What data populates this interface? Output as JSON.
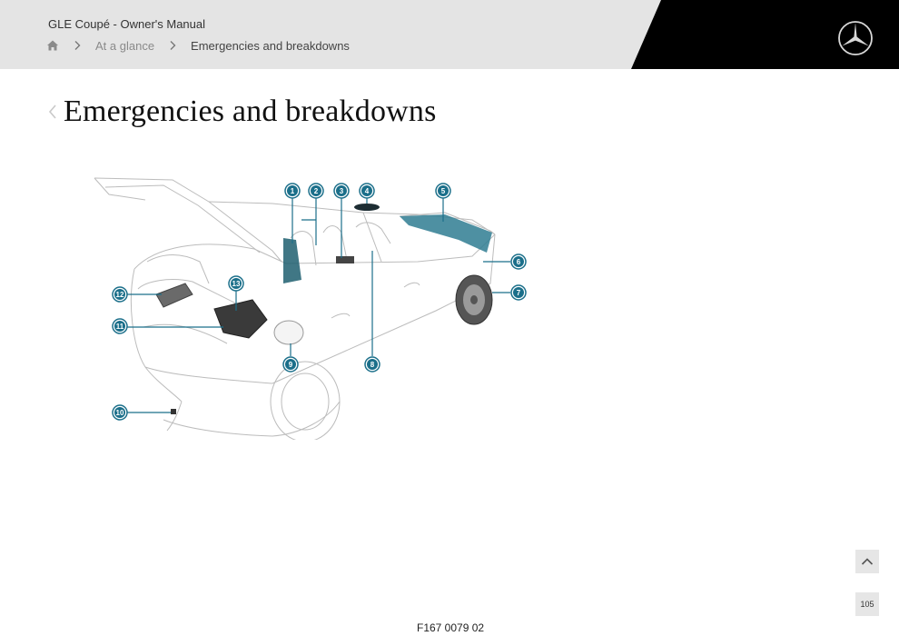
{
  "header": {
    "doc_title": "GLE Coupé - Owner's Manual",
    "breadcrumb": {
      "home_icon": "home-icon",
      "items": [
        "At a glance",
        "Emergencies and breakdowns"
      ]
    },
    "brand_logo": "mercedes-star-logo"
  },
  "page": {
    "title": "Emergencies and breakdowns"
  },
  "figure": {
    "code": "F167 0079 02",
    "callouts": [
      "1",
      "2",
      "3",
      "4",
      "5",
      "6",
      "7",
      "8",
      "9",
      "10",
      "11",
      "12",
      "13"
    ]
  },
  "controls": {
    "scroll_top_icon": "chevron-up-icon",
    "page_number": "105"
  },
  "colors": {
    "accent": "#1b6f8a",
    "header_bg": "#e4e4e4",
    "header_black": "#000000"
  }
}
